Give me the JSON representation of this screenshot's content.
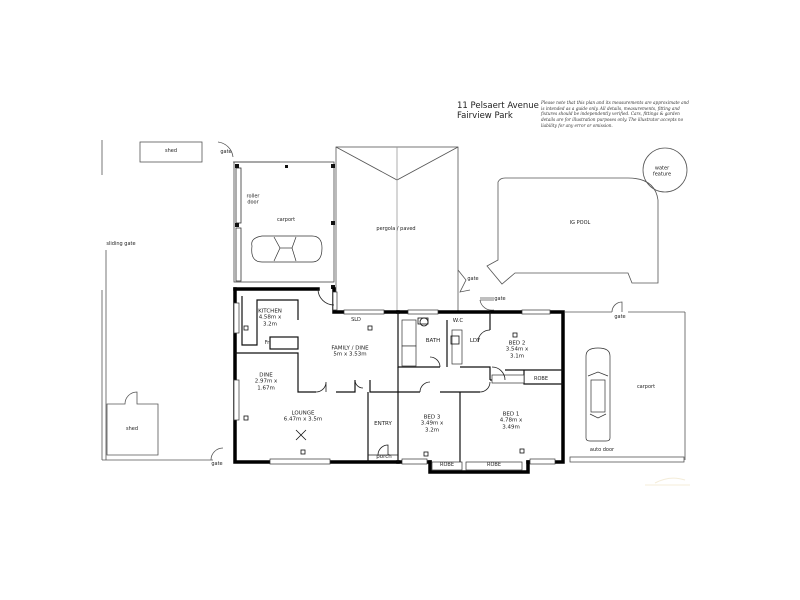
{
  "header": {
    "address_line1": "11 Pelsaert Avenue",
    "address_line2": "Fairview Park"
  },
  "disclaimer": "Please note that this plan and its measurements are approximate and is intended as a guide only. All details, measurements, fitting and fixtures should be independently verified. Cars, fittings & garden details are for illustration purposes only. The illustrator accepts no liability for any error or omission.",
  "rooms": {
    "kitchen": {
      "name": "KITCHEN",
      "size_line1": "4.58m x",
      "size_line2": "3.2m"
    },
    "family_dine": {
      "name": "FAMILY / DINE",
      "size": "5m x 3.53m"
    },
    "dine": {
      "name": "DINE",
      "size_line1": "2.97m x",
      "size_line2": "1.67m"
    },
    "lounge": {
      "name": "LOUNGE",
      "size": "6.47m x 3.5m"
    },
    "bath": {
      "name": "BATH"
    },
    "wc": {
      "name": "W.C"
    },
    "ldy": {
      "name": "LDY"
    },
    "bed2": {
      "name": "BED 2",
      "size_line1": "3.54m x",
      "size_line2": "3.1m"
    },
    "bed3": {
      "name": "BED 3",
      "size_line1": "3.49m x",
      "size_line2": "3.2m"
    },
    "bed1": {
      "name": "BED 1",
      "size_line1": "4.78m x",
      "size_line2": "3.49m"
    },
    "entry": {
      "name": "ENTRY"
    },
    "porch": {
      "name": "porch"
    }
  },
  "labels": {
    "shed_top": "shed",
    "shed_bottom": "shed",
    "sliding_gate": "sliding gate",
    "gate_top": "gate",
    "gate_bottom": "gate",
    "gate_pool1": "gate",
    "gate_pool2": "gate",
    "gate_right": "gate",
    "roller_door": "roller door",
    "carport_left": "carport",
    "carport_right": "carport",
    "pergola": "pergola / paved",
    "pool": "IG POOL",
    "water_feature": "water feature",
    "sld": "SLD",
    "fr": "Fr",
    "robe_bed2": "ROBE",
    "robe_bed3": "ROBE",
    "robe_bed1": "ROBE",
    "auto_door": "auto door"
  }
}
